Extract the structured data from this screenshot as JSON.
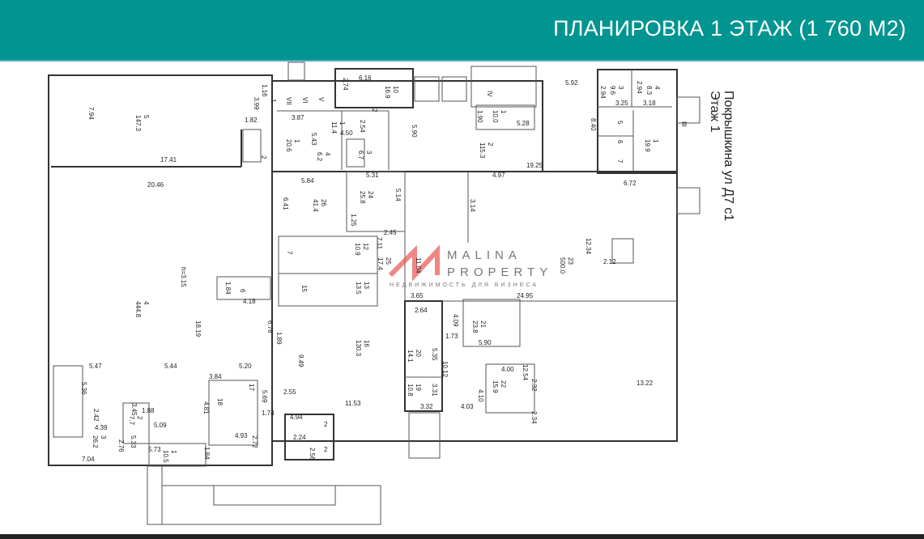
{
  "header": {
    "title": "ПЛАНИРОВКА 1 ЭТАЖ (1 760 М2)"
  },
  "side_labels": {
    "floor": "Этаж 1",
    "address": "Покрышкина ул Д7 с1"
  },
  "watermark": {
    "line1": "MALINA",
    "line2": "PROPERTY",
    "line3": "НЕДВИЖИМОСТЬ ДЛЯ БИЗНЕСА",
    "color": "#e8534f"
  },
  "roman": [
    "VII",
    "VI",
    "V",
    "IV",
    "III"
  ],
  "height_note": "h=3.15",
  "dimensions": [
    "7.94",
    "17.41",
    "20.46",
    "1.16",
    "3.99",
    "1.82",
    "3.87",
    "4.50",
    "5.43",
    "2.54",
    "2.74",
    "6.16",
    "5.84",
    "6.41",
    "5.31",
    "5.14",
    "1.25",
    "2.45",
    "7.11",
    "1.84",
    "4.18",
    "5.90",
    "1.90",
    "5.28",
    "5.92",
    "2.94",
    "3.25",
    "3.18",
    "2.94",
    "8.40",
    "19.25",
    "4.97",
    "6.72",
    "3.14",
    "12.34",
    "2.12",
    "24.95",
    "3.65",
    "2.64",
    "1.73",
    "4.09",
    "5.90",
    "18.19",
    "6.78",
    "1.89",
    "9.49",
    "5.47",
    "5.44",
    "5.20",
    "3.84",
    "5.36",
    "5.69",
    "2.55",
    "11.53",
    "4.81",
    "1.74",
    "4.93",
    "2.72",
    "4.94",
    "3.45",
    "1.88",
    "2.42",
    "5.09",
    "4.39",
    "5.33",
    "2.76",
    "5.73",
    "7.04",
    "1.84",
    "10.12",
    "5.35",
    "4.00",
    "12.54",
    "2.32",
    "4.10",
    "3.31",
    "3.32",
    "4.03",
    "2.34",
    "13.22",
    "2.24",
    "2.56",
    "11.04"
  ],
  "rooms": [
    {
      "n": "5",
      "a": "147.3"
    },
    {
      "n": "4",
      "a": "444.8"
    },
    {
      "n": "1",
      "a": "20.6"
    },
    {
      "n": "1",
      "a": "11.4"
    },
    {
      "n": "4",
      "a": "6.2"
    },
    {
      "n": "3",
      "a": "6.7"
    },
    {
      "n": "10",
      "a": "16.9"
    },
    {
      "n": "26",
      "a": "41.4"
    },
    {
      "n": "24",
      "a": "25.8"
    },
    {
      "n": "12",
      "a": "10.9"
    },
    {
      "n": "25",
      "a": "17.4"
    },
    {
      "n": "13",
      "a": "13.5"
    },
    {
      "n": "2",
      "a": "115.3"
    },
    {
      "n": "1",
      "a": "10.0"
    },
    {
      "n": "3",
      "a": "9.6"
    },
    {
      "n": "4",
      "a": "8.3"
    },
    {
      "n": "1",
      "a": "19.9"
    },
    {
      "n": "23",
      "a": "500.0"
    },
    {
      "n": "21",
      "a": "23.8"
    },
    {
      "n": "16",
      "a": "130.3"
    },
    {
      "n": "20",
      "a": "14.1"
    },
    {
      "n": "19",
      "a": "10.8"
    },
    {
      "n": "22",
      "a": "15.9"
    },
    {
      "n": "2",
      "a": "7.7"
    },
    {
      "n": "3",
      "a": "26.2"
    },
    {
      "n": "1",
      "a": "10.5"
    }
  ],
  "room_numbers": [
    "18",
    "6",
    "15",
    "7",
    "5",
    "6",
    "7",
    "2",
    "2",
    "17",
    "1",
    "2",
    "2"
  ]
}
